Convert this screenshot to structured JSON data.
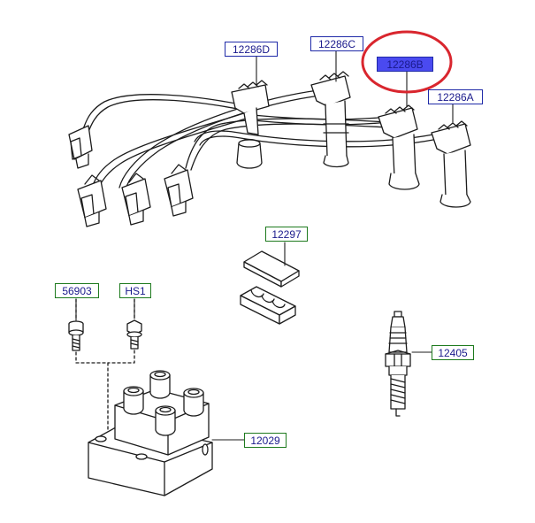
{
  "colors": {
    "callout_border_blue": "#1f2aa8",
    "callout_border_green": "#1e7a1e",
    "callout_text": "#1a1a8c",
    "selected_fill": "#4a4af0",
    "highlight_ring": "#d9262e",
    "line_art": "#1c1c1c"
  },
  "callouts": {
    "lead_d": "12286D",
    "lead_c": "12286C",
    "lead_b": "12286B",
    "lead_a": "12286A",
    "bracket": "12297",
    "bolt": "56903",
    "screw": "HS1",
    "spark_plug": "12405",
    "coil": "12029"
  },
  "selected_part": "12286B"
}
